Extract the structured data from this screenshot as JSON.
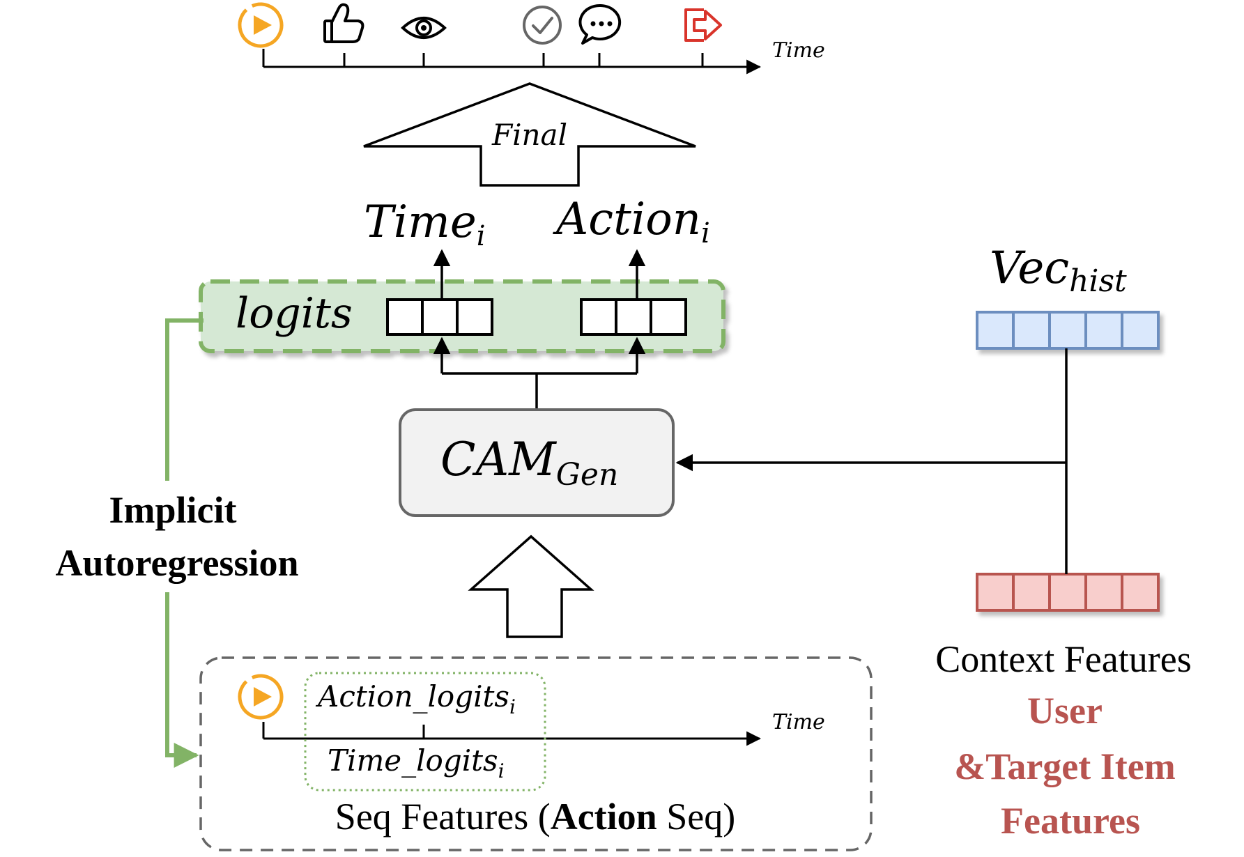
{
  "top_timeline": {
    "axis_label": "Time",
    "events": [
      "play-icon",
      "thumbs-up-icon",
      "eye-icon",
      "check-icon",
      "comment-icon",
      "share-icon"
    ]
  },
  "final_arrow_label": "Final",
  "outputs": {
    "time": {
      "base": "Time",
      "sub": "i"
    },
    "action": {
      "base": "Action",
      "sub": "i"
    }
  },
  "logits_label": "logits",
  "cam": {
    "base": "CAM",
    "sub": "Gen"
  },
  "vec": {
    "base": "Vec",
    "sub": "hist"
  },
  "implicit": {
    "line1": "Implicit",
    "line2": "Autoregression"
  },
  "seq": {
    "axis_label": "Time",
    "action_logits": {
      "base": "Action_logits",
      "sub": "i"
    },
    "time_logits": {
      "base": "Time_logits",
      "sub": "i"
    },
    "caption_pre": "Seq Features (",
    "caption_bold": "Action",
    "caption_post": " Seq)"
  },
  "context": {
    "line1": "Context Features",
    "line2": "User",
    "line3": "&Target Item",
    "line4": "Features"
  },
  "colors": {
    "play": "#F5A623",
    "share": "#D9342B",
    "check": "#666666",
    "green": "#82B366",
    "green_fill": "#D5E8D4",
    "blue": "#6C8EBF",
    "blue_fill": "#DAE8FC",
    "red": "#B85450",
    "red_fill": "#F8CECC",
    "context_red": "#B85450",
    "cam_fill": "#F2F2F2"
  }
}
